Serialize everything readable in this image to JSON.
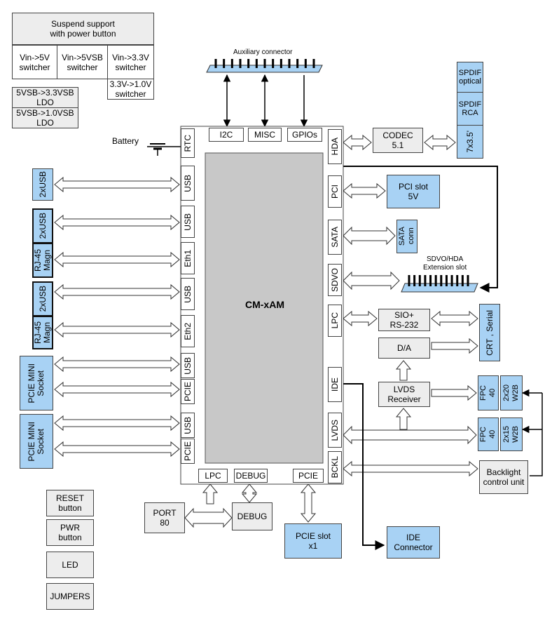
{
  "power": {
    "suspend": "Suspend support\nwith power button",
    "vin5v": "Vin->5V\nswitcher",
    "vin5vsb": "Vin->5VSB\nswitcher",
    "vin33v": "Vin->3.3V\nswitcher",
    "v33_10": "3.3V->1.0V\nswitcher",
    "ldo33": "5VSB->3.3VSB\nLDO",
    "ldo10": "5VSB->1.0VSB\nLDO"
  },
  "aux_connector": "Auxiliary connector",
  "battery": "Battery",
  "cpu_name": "CM-xAM",
  "top_ports": {
    "rtc": "RTC",
    "i2c": "I2C",
    "misc": "MISC",
    "gpios": "GPIOs"
  },
  "left_ports": [
    "USB",
    "USB",
    "Eth1",
    "USB",
    "Eth2",
    "USB",
    "PCIE",
    "USB",
    "PCIE"
  ],
  "right_ports": [
    "HDA",
    "PCI",
    "SATA",
    "SDVO",
    "LPC",
    "IDE",
    "LVDS",
    "BCKL"
  ],
  "bottom_ports": {
    "lpc": "LPC",
    "debug": "DEBUG",
    "pcie": "PCIE"
  },
  "left_blocks": {
    "usb1": "2xUSB",
    "usb2": "2xUSB",
    "rj45_1": "RJ-45\nMagn",
    "usb3": "2xUSB",
    "rj45_2": "RJ-45\nMagn",
    "pcie_mini_1": "PCIE MINI\nSocket",
    "pcie_mini_2": "PCIE MINI\nSocket"
  },
  "right_blocks": {
    "codec": "CODEC\n5.1",
    "spdif_optical": "SPDIF\noptical",
    "spdif_rca": "SPDIF\nRCA",
    "jack": "7x3.5'",
    "pci_slot": "PCI slot\n5V",
    "sata_conn": "SATA\nconn",
    "sdvo_slot": "SDVO/HDA\nExtension slot",
    "sio": "SIO+\nRS-232",
    "crt_serial": "CRT , Serial",
    "da": "D/A",
    "lvds_receiver": "LVDS\nReceiver",
    "fpc1": "FPC\n40",
    "w2b1": "2x20\nW2B",
    "fpc2": "FPC\n40",
    "w2b2": "2x15\nW2B",
    "backlight": "Backlight\ncontrol unit",
    "ide_connector": "IDE\nConnector"
  },
  "bottom_blocks": {
    "port80": "PORT\n80",
    "debug": "DEBUG",
    "pcie_slot": "PCIE slot\nx1"
  },
  "misc_blocks": [
    "RESET\nbutton",
    "PWR\nbutton",
    "LED",
    "JUMPERS"
  ],
  "colors": {
    "blue": "#a8d2f4",
    "grey": "#ededed",
    "cpu": "#c8c8c8"
  }
}
